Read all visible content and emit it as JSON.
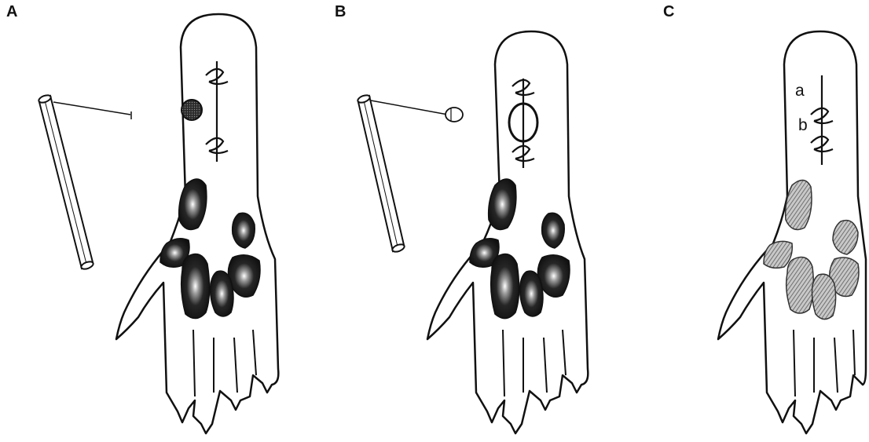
{
  "panels": [
    {
      "label": "A"
    },
    {
      "label": "B"
    },
    {
      "label": "C",
      "markers": [
        "a",
        "b"
      ]
    }
  ],
  "colors": {
    "ink": "#111111",
    "paw_fill": "#ffffff",
    "pad_dark": "#222222",
    "pad_hatched": "#9a9a9a"
  }
}
